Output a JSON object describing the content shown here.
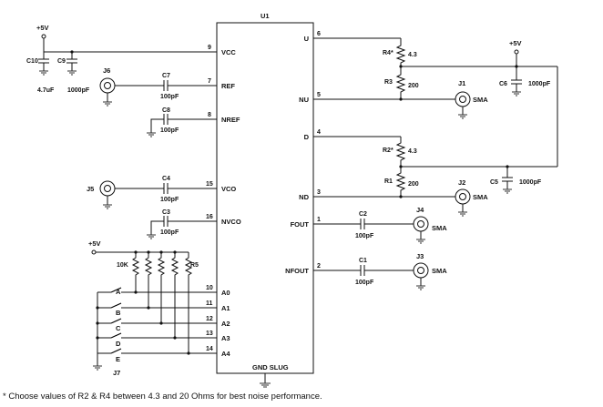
{
  "ic": {
    "ref": "U1",
    "footer": "GND SLUG",
    "pins_left": [
      {
        "num": "9",
        "name": "VCC"
      },
      {
        "num": "7",
        "name": "REF"
      },
      {
        "num": "8",
        "name": "NREF"
      },
      {
        "num": "15",
        "name": "VCO"
      },
      {
        "num": "16",
        "name": "NVCO"
      },
      {
        "num": "10",
        "name": "A0"
      },
      {
        "num": "11",
        "name": "A1"
      },
      {
        "num": "12",
        "name": "A2"
      },
      {
        "num": "13",
        "name": "A3"
      },
      {
        "num": "14",
        "name": "A4"
      }
    ],
    "pins_right": [
      {
        "num": "6",
        "name": "U"
      },
      {
        "num": "5",
        "name": "NU"
      },
      {
        "num": "4",
        "name": "D"
      },
      {
        "num": "3",
        "name": "ND"
      },
      {
        "num": "1",
        "name": "FOUT"
      },
      {
        "num": "2",
        "name": "NFOUT"
      }
    ]
  },
  "supply": {
    "label": "+5V"
  },
  "capacitors": [
    {
      "ref": "C10",
      "value": "4.7uF"
    },
    {
      "ref": "C9",
      "value": "1000pF"
    },
    {
      "ref": "C7",
      "value": "100pF"
    },
    {
      "ref": "C8",
      "value": "100pF"
    },
    {
      "ref": "C4",
      "value": "100pF"
    },
    {
      "ref": "C3",
      "value": "100pF"
    },
    {
      "ref": "C6",
      "value": "1000pF"
    },
    {
      "ref": "C5",
      "value": "1000pF"
    },
    {
      "ref": "C2",
      "value": "100pF"
    },
    {
      "ref": "C1",
      "value": "100pF"
    }
  ],
  "resistors": [
    {
      "ref": "R4*",
      "value": "4.3"
    },
    {
      "ref": "R3",
      "value": "200"
    },
    {
      "ref": "R2*",
      "value": "4.3"
    },
    {
      "ref": "R1",
      "value": "200"
    },
    {
      "ref": "R5",
      "value": ""
    },
    {
      "ref": "",
      "value": "10K"
    }
  ],
  "connectors": [
    {
      "ref": "J6",
      "type": ""
    },
    {
      "ref": "J5",
      "type": ""
    },
    {
      "ref": "J1",
      "type": "SMA"
    },
    {
      "ref": "J2",
      "type": "SMA"
    },
    {
      "ref": "J4",
      "type": "SMA"
    },
    {
      "ref": "J3",
      "type": "SMA"
    }
  ],
  "switch_bank": {
    "ref": "J7",
    "switches": [
      "A",
      "B",
      "C",
      "D",
      "E"
    ]
  },
  "footnote": "* Choose values of R2 & R4 between 4.3 and 20 Ohms for best noise performance."
}
